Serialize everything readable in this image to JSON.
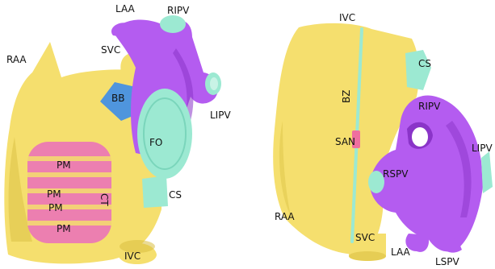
{
  "colors": {
    "atrium_wall": "#f5df6e",
    "atrium_shade": "#d8bd3f",
    "pulmonary_veins": "#b45cf0",
    "pulmonary_shade": "#8a34c8",
    "septum_cs": "#9ce9d2",
    "bachmann_bundle": "#4f95dd",
    "pectinate_muscle": "#ec7fb0",
    "sinoatrial_node": "#ef6f9f",
    "background": "#ffffff"
  },
  "labels": {
    "laa_left": "LAA",
    "ripv_left": "RIPV",
    "svc_left": "SVC",
    "raa_left": "RAA",
    "bb": "BB",
    "lipv_left": "LIPV",
    "fo": "FO",
    "pm_1": "PM",
    "pm_2": "PM",
    "pm_3": "PM",
    "pm_4": "PM",
    "ct": "CT",
    "cs_left": "CS",
    "ivc_left": "IVC",
    "ivc_right": "IVC",
    "cs_right": "CS",
    "bz": "BZ",
    "ripv_right": "RIPV",
    "san": "SAN",
    "lipv_right": "LIPV",
    "raa_right": "RAA",
    "rspv": "RSPV",
    "svc_right": "SVC",
    "laa_right": "LAA",
    "lspv": "LSPV"
  }
}
